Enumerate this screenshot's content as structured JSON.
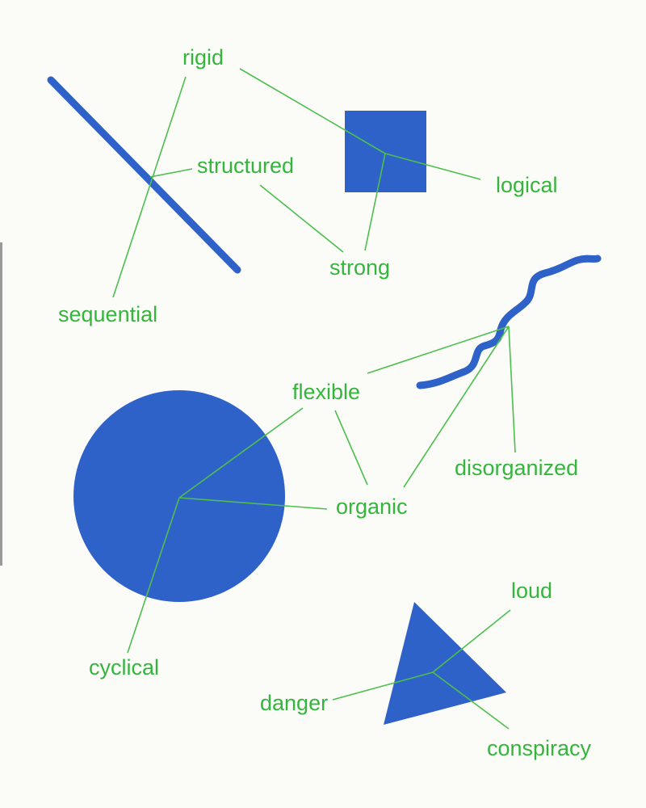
{
  "colors": {
    "shape_fill": "#2f62c8",
    "label_text": "#34b53c",
    "leader_line": "#4cbf4c",
    "background": "#fbfbf8"
  },
  "shapes": [
    "line",
    "square",
    "wave",
    "circle",
    "triangle"
  ],
  "labels": {
    "rigid": "rigid",
    "structured": "structured",
    "logical": "logical",
    "strong": "strong",
    "sequential": "sequential",
    "flexible": "flexible",
    "disorganized": "disorganized",
    "organic": "organic",
    "cyclical": "cyclical",
    "loud": "loud",
    "danger": "danger",
    "conspiracy": "conspiracy"
  }
}
